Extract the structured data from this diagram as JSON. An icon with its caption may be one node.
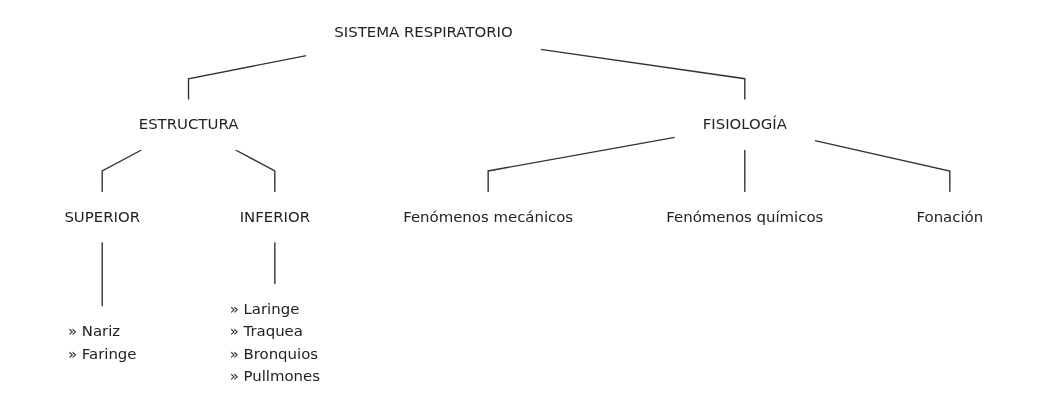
{
  "diagram": {
    "nodes": [
      {
        "text": [
          "SISTEMA RESPIRATORIO"
        ]
      },
      {
        "text": [
          "ESTRUCTURA"
        ]
      },
      {
        "text": [
          "FISIOLOGÍA"
        ]
      },
      {
        "text": [
          "SUPERIOR"
        ]
      },
      {
        "text": [
          "INFERIOR"
        ]
      },
      {
        "text": [
          "Fenómenos mecánicos"
        ]
      },
      {
        "text": [
          "Fenómenos químicos"
        ]
      },
      {
        "text": [
          "» Nariz",
          "» Faringe"
        ]
      },
      {
        "text": [
          "» Laringe",
          "» Traquea",
          "» Bronquios",
          "» Pullmones"
        ]
      },
      {
        "text": [
          "Fonación"
        ]
      }
    ],
    "edges": [
      {
        "from": 0,
        "to": 1,
        "arrow": "none"
      },
      {
        "from": 0,
        "to": 2,
        "arrow": "none"
      },
      {
        "from": 1,
        "to": 3,
        "arrow": "none"
      },
      {
        "from": 1,
        "to": 4,
        "arrow": "none"
      },
      {
        "from": 2,
        "to": 5,
        "arrow": "none"
      },
      {
        "from": 2,
        "to": 9,
        "arrow": "none"
      },
      {
        "from": 2,
        "to": 6,
        "arrow": "none"
      },
      {
        "from": 3,
        "to": 7,
        "arrow": "none"
      },
      {
        "from": 4,
        "to": 8,
        "arrow": "none"
      }
    ]
  }
}
